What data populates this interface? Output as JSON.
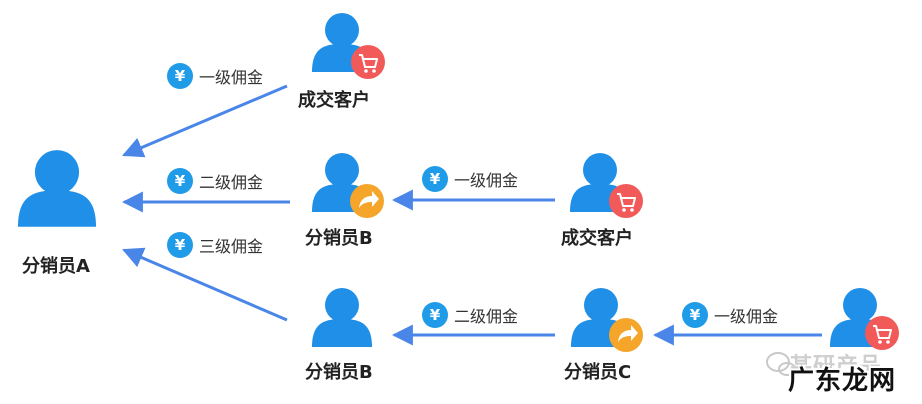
{
  "nodes": {
    "distributor_a": "分销员A",
    "distributor_b_top": "分销员B",
    "distributor_b_bottom": "分销员B",
    "distributor_c": "分销员C",
    "customer_top": "成交客户",
    "customer_middle": "成交客户"
  },
  "commissions": {
    "yen_symbol": "¥",
    "top_to_a": "一级佣金",
    "b_to_a": "二级佣金",
    "customer_to_b": "一级佣金",
    "b2_to_a": "三级佣金",
    "c_to_b2": "二级佣金",
    "customer_to_c": "一级佣金"
  },
  "watermark": {
    "top": "某研产品",
    "main": "广东龙网"
  },
  "colors": {
    "person": "#1f8fe8",
    "cart_badge": "#f25a5a",
    "share_badge": "#f4a52a",
    "arrow": "#4a86e8",
    "yen_badge": "#1f9be8"
  }
}
